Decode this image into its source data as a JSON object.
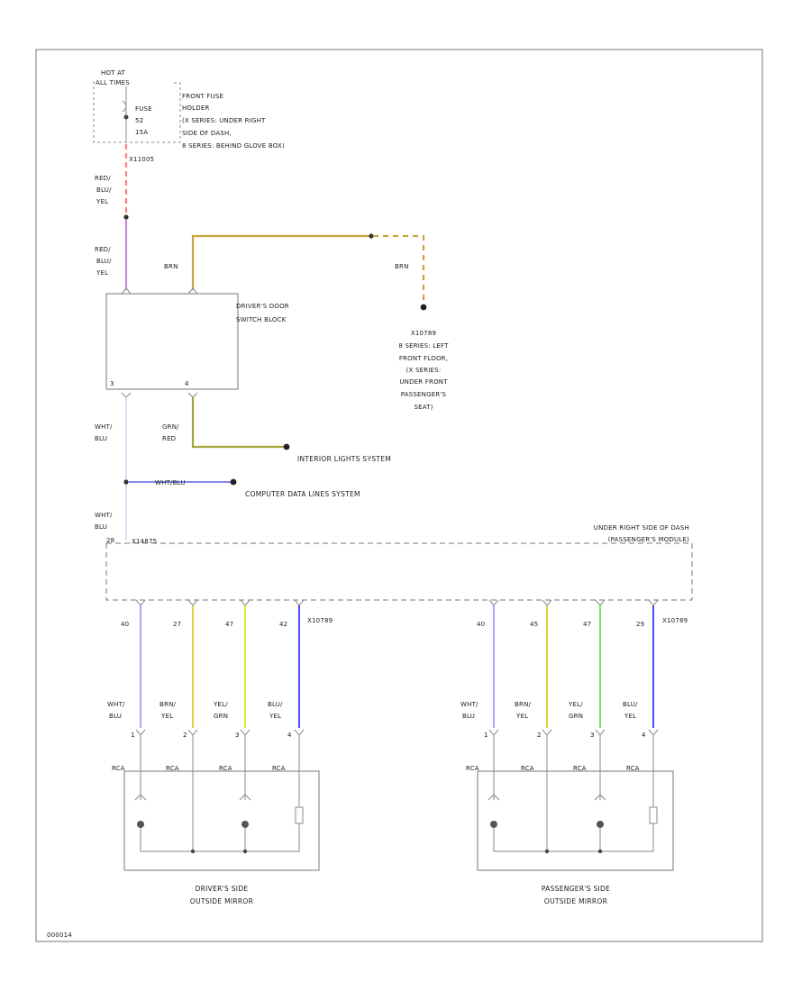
{
  "fuse": {
    "hot_line1": "HOT AT",
    "hot_line2": "ALL TIMES",
    "fuse_label1": "FUSE",
    "fuse_label2": "52",
    "fuse_label3": "15A",
    "desc1": "FRONT FUSE",
    "desc2": "HOLDER",
    "desc3": "(X SERIES: UNDER RIGHT",
    "desc4": "SIDE OF DASH,",
    "desc5": "8 SERIES: BEHIND GLOVE BOX)",
    "connector": "X11005"
  },
  "wires_top": {
    "red_blu_yel_1": [
      "RED/",
      "BLU/",
      "YEL"
    ],
    "red_blu_yel_2": [
      "RED/",
      "BLU/",
      "YEL"
    ],
    "brn_1": "BRN",
    "brn_2": "BRN"
  },
  "ground": {
    "id": "X10789",
    "lines": [
      "8 SERIES: LEFT",
      "FRONT FLOOR,",
      "(X SERIES:",
      "UNDER FRONT",
      "PASSENGER'S",
      "SEAT)"
    ]
  },
  "switch_block": {
    "label1": "DRIVER'S DOOR",
    "label2": "SWITCH BLOCK",
    "pin_left": "3",
    "pin_right": "4"
  },
  "mid_wires": {
    "wht_blu_1": [
      "WHT/",
      "BLU"
    ],
    "grn_red": [
      "GRN/",
      "RED"
    ],
    "wht_blu_splice": "WHT/BLU",
    "wht_blu_2": [
      "WHT/",
      "BLU"
    ]
  },
  "systems": {
    "interior": "INTERIOR LIGHTS SYSTEM",
    "computer": "COMPUTER DATA LINES SYSTEM"
  },
  "module": {
    "pin": "28",
    "connector": "X14875",
    "desc1": "UNDER RIGHT SIDE OF DASH",
    "desc2": "(PASSENGER'S MODULE)"
  },
  "driver_mirror": {
    "pins_top": [
      "40",
      "27",
      "47",
      "42"
    ],
    "connector": "X10789",
    "wire_labels": [
      [
        "WHT/",
        "BLU"
      ],
      [
        "BRN/",
        "YEL"
      ],
      [
        "YEL/",
        "GRN"
      ],
      [
        "BLU/",
        "YEL"
      ]
    ],
    "pins_bot": [
      "1",
      "2",
      "3",
      "4"
    ],
    "conn_labels": [
      "RCA",
      "RCA",
      "RCA",
      "RCA"
    ],
    "label1": "DRIVER'S SIDE",
    "label2": "OUTSIDE MIRROR"
  },
  "passenger_mirror": {
    "pins_top": [
      "40",
      "45",
      "47",
      "29"
    ],
    "connector": "X10789",
    "wire_labels": [
      [
        "WHT/",
        "BLU"
      ],
      [
        "BRN/",
        "YEL"
      ],
      [
        "YEL/",
        "GRN"
      ],
      [
        "BLU/",
        "YEL"
      ]
    ],
    "pins_bot": [
      "1",
      "2",
      "3",
      "4"
    ],
    "conn_labels": [
      "RCA",
      "RCA",
      "RCA",
      "RCA"
    ],
    "label1": "PASSENGER'S SIDE",
    "label2": "OUTSIDE MIRROR"
  },
  "footer": "000014",
  "colors": {
    "red_dashed": "#ff7f7f",
    "violet": "#c98ad6",
    "brown": "#c8a43a",
    "olive": "#a5a33a",
    "blue_light": "#a9a9ff",
    "yellow": "#e3cf3a",
    "yellow_green": "#d8ee38",
    "green": "#7fe35a",
    "blue": "#4a4aff"
  }
}
